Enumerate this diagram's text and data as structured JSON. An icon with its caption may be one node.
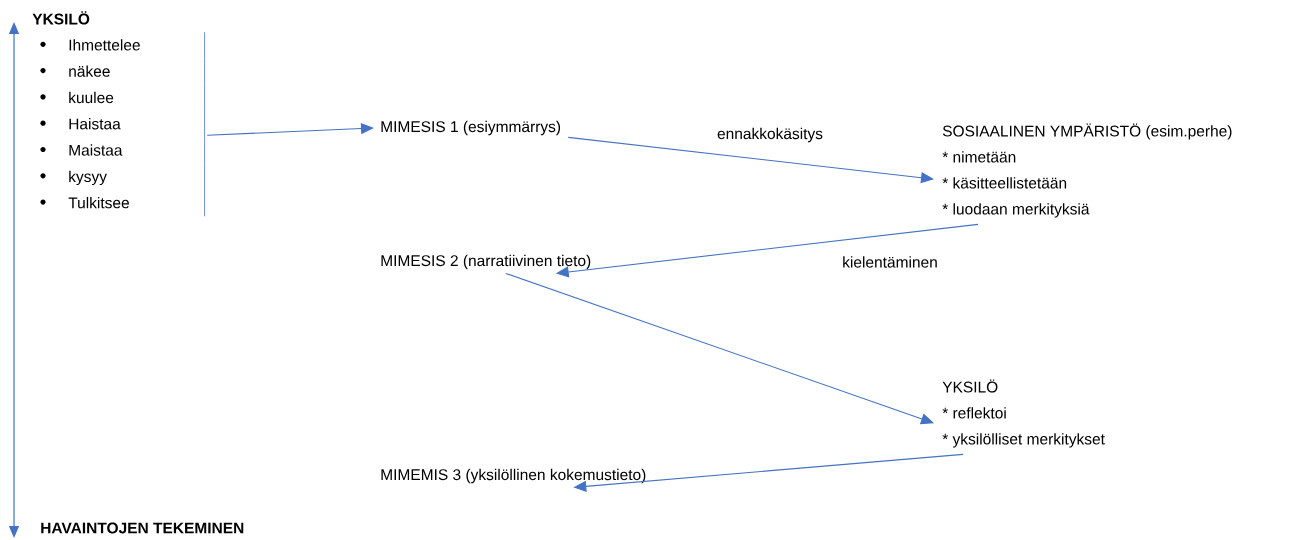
{
  "diagram": {
    "nodes": [
      {
        "text": [
          "YKSILÖ",
          "Ihmettelee",
          "näkee",
          "kuulee",
          "Haistaa",
          "Maistaa",
          "kysyy",
          "Tulkitsee"
        ]
      },
      {
        "text": [
          "MIMESIS 1 (esiymmärrys)"
        ]
      },
      {
        "text": [
          "SOSIAALINEN YMPÄRISTÖ (esim.perhe)",
          "* nimetään",
          "* käsitteellistetään",
          "* luodaan merkityksiä"
        ]
      },
      {
        "text": [
          "MIMESIS 2 (narratiivinen tieto)"
        ]
      },
      {
        "text": [
          "YKSILÖ",
          "* reflektoi",
          "* yksilölliset merkitykset"
        ]
      },
      {
        "text": [
          "MIMEMIS 3 (yksilöllinen kokemustieto)"
        ]
      }
    ],
    "edges": [
      {
        "from": 0,
        "to": 1,
        "arrow": "to"
      },
      {
        "from": 1,
        "to": 2,
        "arrow": "to",
        "label": "ennakkokäsitys"
      },
      {
        "from": 2,
        "to": 3,
        "arrow": "to",
        "label": "kielentäminen"
      },
      {
        "from": 3,
        "to": 4,
        "arrow": "to"
      },
      {
        "from": 4,
        "to": 5,
        "arrow": "to"
      }
    ],
    "labels": [
      "HAVAINTOJEN TEKEMINEN"
    ]
  }
}
